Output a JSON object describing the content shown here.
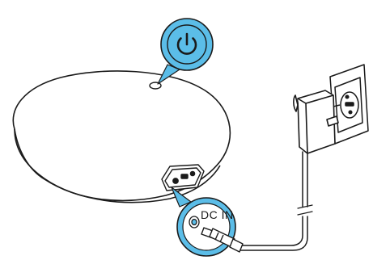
{
  "callouts": {
    "power": {
      "icon": "power-icon",
      "accent": "#5bbde8",
      "symbol_color": "#1a1a1a"
    },
    "dc_in": {
      "label": "DC IN",
      "icon": "dc-jack-icon",
      "accent": "#5bbde8"
    }
  },
  "colors": {
    "outline": "#1a1a1a",
    "fill": "#ffffff",
    "callout_blue": "#5bbde8"
  },
  "parts": {
    "speaker": "speaker-body",
    "adapter": "power-adapter",
    "wall_socket": "wall-socket",
    "cable": "power-cable"
  }
}
